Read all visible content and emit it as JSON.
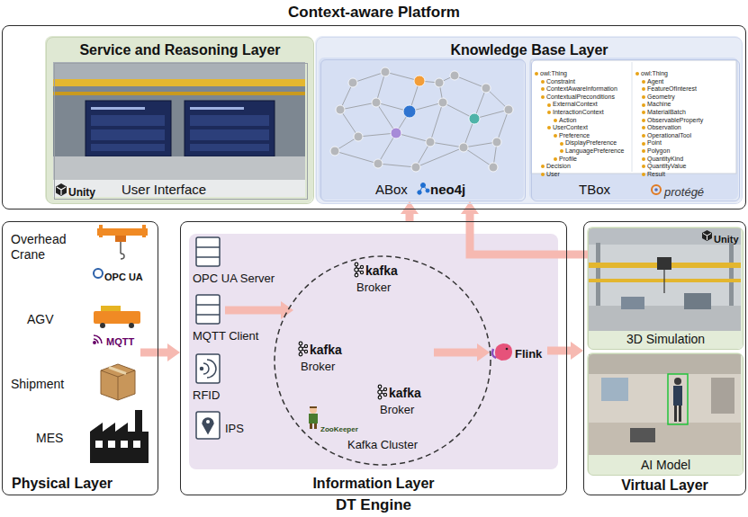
{
  "diagram": {
    "nodes": [
      {
        "text": [
          "Context-aware Platform"
        ]
      },
      {
        "text": [
          "Service and Reasoning Layer"
        ],
        "in": 0
      },
      {
        "text": [
          "User Interface"
        ],
        "in": 1
      },
      {
        "text": [
          "Knowledge Base Layer"
        ],
        "in": 0
      },
      {
        "text": [
          "ABox"
        ],
        "in": 3
      },
      {
        "text": [
          "TBox"
        ],
        "in": 3
      },
      {
        "text": [
          "Physical Layer"
        ]
      },
      {
        "text": [
          "Information Layer"
        ]
      },
      {
        "text": [
          "Kafka Cluster"
        ],
        "in": 7
      },
      {
        "text": [
          "Virtual Layer"
        ]
      },
      {
        "text": [
          "3D Simulation"
        ],
        "in": 9
      },
      {
        "text": [
          "AI Model"
        ],
        "in": 9
      }
    ],
    "edges": [
      {
        "from": 6,
        "to": 7,
        "arrow": "to"
      },
      {
        "from": 7,
        "to": 4,
        "arrow": "to"
      },
      {
        "from": 10,
        "to": 4,
        "arrow": "to"
      },
      {
        "from": 7,
        "to": 9,
        "arrow": "to"
      }
    ],
    "labels": [
      "DT Engine",
      "Unity",
      "neo4j",
      "protégé",
      "owl:Thing",
      "Constraint",
      "ContextAwareInformation",
      "ContextualPreconditions",
      "ExternalContext",
      "InteractionContext",
      "Action",
      "UserContext",
      "Preference",
      "DisplayPreference",
      "LanguagePreference",
      "Profile",
      "Decision",
      "User",
      "owl:Thing",
      "Agent",
      "FeatureOfInterest",
      "Geometry",
      "Machine",
      "MaterialBatch",
      "ObservableProperty",
      "Observation",
      "OperationalTool",
      "Point",
      "Polygon",
      "QuantityKind",
      "QuantityValue",
      "Result",
      "Overhead Crane",
      "OPC UA",
      "AGV",
      "MQTT",
      "Shipment",
      "MES",
      "OPC UA Server",
      "MQTT Client",
      "RFID",
      "IPS",
      "kafka",
      "Broker",
      "kafka",
      "Broker",
      "kafka",
      "Broker",
      "ZooKeeper",
      "Flink",
      "Unity"
    ]
  }
}
